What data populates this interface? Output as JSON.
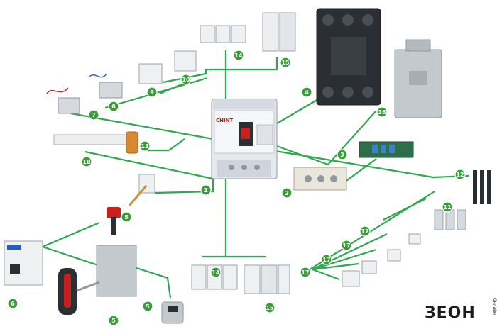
{
  "colors": {
    "line": "#2fa84f",
    "badge": "#3a9b3a",
    "badge_border": "#ffffff",
    "device_body": "#e9ecef",
    "device_edge": "#9aa3ad",
    "metal": "#b9bec4",
    "dark": "#2b2e33",
    "handle_red": "#c8201c"
  },
  "brand": "CHINT",
  "logo": {
    "main": "ЗЕОН",
    "side": "Онлайн"
  },
  "callouts": [
    "1",
    "2",
    "3",
    "4",
    "5",
    "5",
    "5",
    "6",
    "7",
    "8",
    "9",
    "10",
    "11",
    "12",
    "13",
    "14",
    "14",
    "15",
    "15",
    "16",
    "17",
    "17",
    "17",
    "17",
    "18"
  ]
}
